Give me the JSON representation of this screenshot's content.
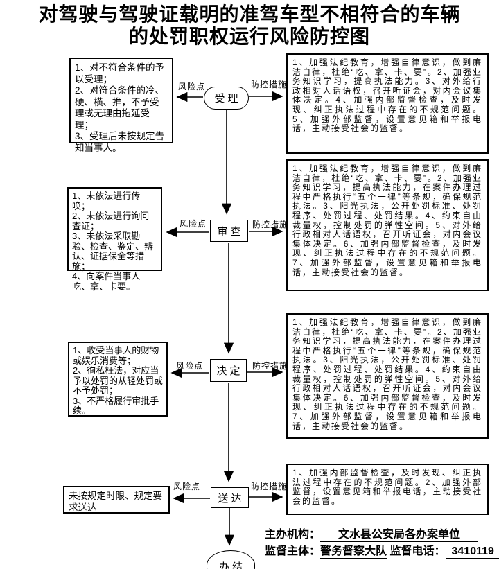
{
  "title": {
    "line1": "对驾驶与驾驶证载明的准驾车型不相符合的车辆",
    "line2": "的处罚职权运行风险防控图"
  },
  "connector_labels": {
    "risk": "风险点",
    "measure": "防控措施"
  },
  "stages": [
    {
      "label": "受理",
      "risk": "1、对不符合条件的予以受理；\n2、对符合条件的冷、硬、横、推，不予受理或无理由拖延受理；\n3、受理后未按规定告知当事人。",
      "measure": "1、加强法纪教育，增强自律意识，做到廉洁自律，杜绝“吃、拿、卡、要”。2、加强业务知识学习，提高执法能力。3、对外给行政相对人话语权，召开听证会，对内会议集体决定。4、加强内部监督检查，及时发现、纠正执法过程中存在的不规范问题。5、加强外部监督，设置意见箱和举报电话，主动接受社会的监督。"
    },
    {
      "label": "审查",
      "risk": "1、未依法进行传唤；\n2、未依法进行询问查证；\n3、未依法采取勘验、检查、鉴定、辨认、证据保全等措施；\n4、向案件当事人吃、拿、卡要。",
      "measure": "1、加强法纪教育，增强自律意识，做到廉洁自律，杜绝“吃、拿、卡、要”。2、加强业务知识学习，提高执法能力，在案件办理过程中严格执行“五个一律”等条规，确保规范执法。3、阳光执法，公开处罚标准、处罚程序、处罚过程、处罚结果。4、约束自由裁量权，控制处罚的弹性空间。5、对外给行政相对人话语权，召开听证会，对内会议集体决定。6、加强内部监督检查，及时发现、纠正执法过程中存在的不规范问题。7、加强外部监督，设置意见箱和举报电话，主动接受社会的监督。"
    },
    {
      "label": "决定",
      "risk": "1、收受当事人的财物或娱乐消费等；\n2、徇私枉法，对应当予以处罚的从轻处罚或不予处罚；\n3、不严格履行审批手续。",
      "measure": "1、加强法纪教育，增强自律意识，做到廉洁自律，杜绝“吃、拿、卡、要”。2、加强业务知识学习，提高执法能力，在案件办理过程中严格执行“五个一律”等条规，确保规范执法。3、阳光执法，公开处罚标准、处罚程序、处罚过程、处罚结果。4、约束自由裁量权，控制处罚的弹性空间。5、对外给行政相对人话语权，召开听证会，对内会议集体决定。6、加强内部监督检查，及时发现、纠正执法过程中存在的不规范问题。7、加强外部监督，设置意见箱和举报电话，主动接受社会的监督。"
    },
    {
      "label": "送达",
      "risk": "未按规定时限、规定要求送达",
      "measure": "1、加强内部监督检查，及时发现、纠正执法过程中存在的不规范问题。2、加强外部监督，设置意见箱和举报电话，主动接受社会的监督。"
    },
    {
      "label": "办结"
    }
  ],
  "footer": {
    "org_label": "主办机构：",
    "org_value": "文水县公安局各办案单位",
    "supervisor_label": "监督主体：",
    "supervisor_value": "警务督察大队",
    "phone_label": "监督电话：",
    "phone_value": "3410119"
  },
  "colors": {
    "ink": "#000000",
    "paper": "#ffffff"
  }
}
